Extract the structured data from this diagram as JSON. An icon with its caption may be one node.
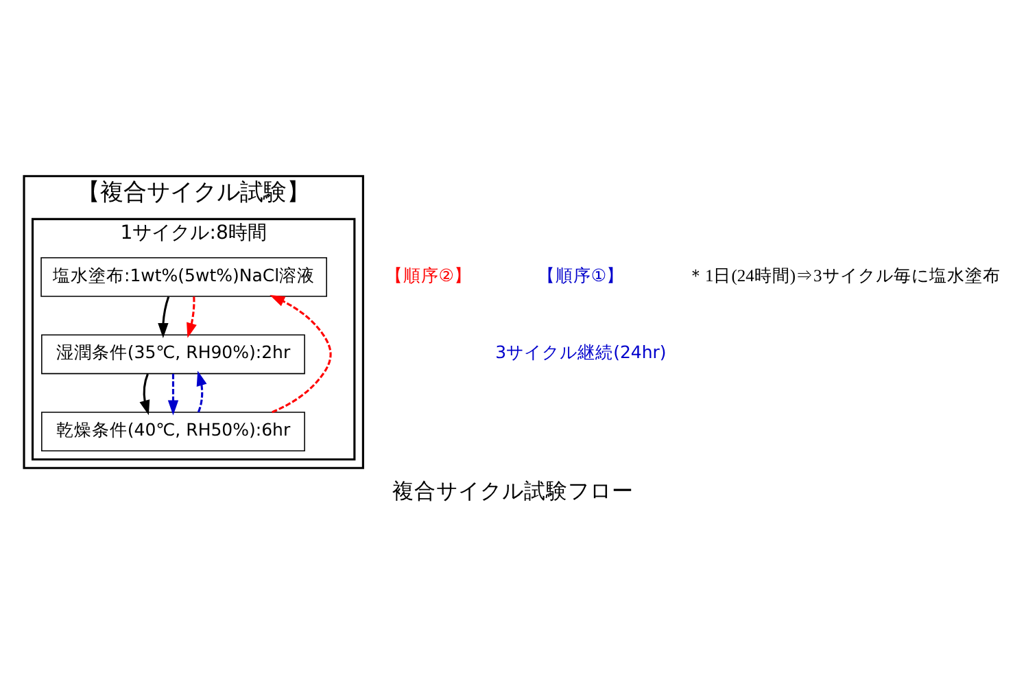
{
  "diagram": {
    "caption": "複合サイクル試験フロー",
    "nodes": [
      {
        "text": [
          "【複合サイクル試験】"
        ]
      },
      {
        "text": [
          "1サイクル:8時間"
        ],
        "in": 0
      },
      {
        "text": [
          "塩水塗布:1wt%(5wt%)NaCl溶液"
        ],
        "in": 1
      },
      {
        "text": [
          "湿潤条件(35℃, RH90%):2hr"
        ],
        "in": 1
      },
      {
        "text": [
          "乾燥条件(40℃, RH50%):6hr"
        ],
        "in": 1
      }
    ],
    "edges": [
      {
        "from": 2,
        "to": 3,
        "arrow": "to"
      },
      {
        "from": 3,
        "to": 4,
        "arrow": "to"
      },
      {
        "from": 2,
        "to": 3,
        "arrow": "to",
        "style": "dashed",
        "color": "#ff0000"
      },
      {
        "from": 4,
        "to": 2,
        "arrow": "to",
        "style": "dashed",
        "color": "#ff0000"
      },
      {
        "from": 3,
        "to": 4,
        "arrow": "to",
        "style": "dashed",
        "color": "#0000cc"
      },
      {
        "from": 4,
        "to": 3,
        "arrow": "to",
        "style": "dashed",
        "color": "#0000cc"
      }
    ],
    "labels": [
      "【順序②】",
      "【順序①】",
      "3サイクル継続(24hr)",
      "＊1日(24時間)⇒3サイクル毎に塩水塗布"
    ]
  }
}
